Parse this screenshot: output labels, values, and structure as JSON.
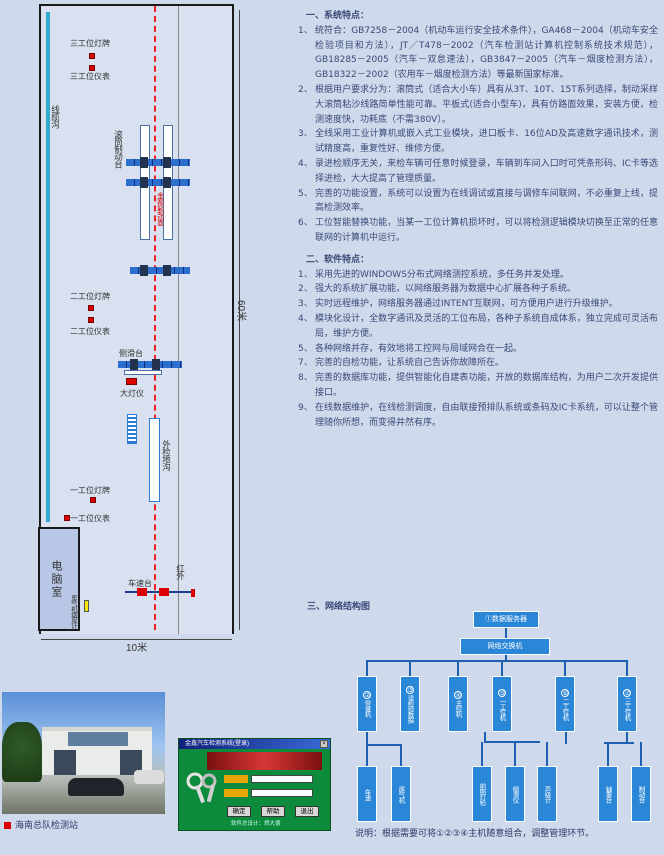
{
  "floor_plan": {
    "lamp_board_3": "三工位灯牌",
    "meter_3": "三工位仪表",
    "cable_trench": "线缆沟",
    "roller_bench": "滚筒制动台",
    "hunan_plate": "金刚砂制动面",
    "lamp_board_2": "二工位灯牌",
    "meter_2": "二工位仪表",
    "slide_plate": "侧滑台",
    "headlight": "大灯仪",
    "pit": "外检地沟",
    "lamp_board_1": "一工位灯牌",
    "meter_1": "一工位仪表",
    "computer_room": "电脑室",
    "exhaust_meter": "废气机烟度计",
    "speed_bench": "车速台",
    "infrared": "红外",
    "width_dim": "10米",
    "length_dim": "60米"
  },
  "photo_caption": "海南总队检测站",
  "software_window": {
    "title": "金鑫汽车检测系统(登录)",
    "ok_button": "确定",
    "help_button": "帮助",
    "exit_button": "退出",
    "footer": "软件总设计：郑大徳"
  },
  "spec": {
    "section1_title": "一、系统特点：",
    "items1": [
      {
        "n": "1、",
        "text": "统符合：GB7258－2004（机动车运行安全技术条件），GA468－2004（机动车安全检验项目和方法），JT／T478－2002（汽车检测站计算机控制系统技术规范），GB18285－2005（汽车－双怠速法），GB3847－2005（汽车－烟度检测方法），GB18322－2002（农用车－烟度检测方法）等最新国家标准。"
      },
      {
        "n": "2、",
        "text": "根据用户要求分为：滚筒式（适合大小车）具有从3T、10T、15T系列选择，制动采样大滚筒粘沙线路简单性能可靠。平板式(适合小型车)，具有仿路面效果，安装方便，检测速度快，功耗底（不需380V）。"
      },
      {
        "n": "3、",
        "text": "全线采用工业计算机或嵌入式工业模块，进口板卡、16位AD及高速数字通讯技术，测试精度高，重复性好、维修方便。"
      },
      {
        "n": "4、",
        "text": "录进检顺序无关，来检车辆可任意时候登录，车辆到车间入口时可凭条形码、IC卡等选择进检，大大提高了管理质量。"
      },
      {
        "n": "5、",
        "text": "完善的功能设置，系统可以设置为在线调试或直接与调修车间联网，不必重复上线，提高检测效率。"
      },
      {
        "n": "6、",
        "text": "工位智能替换功能，当某一工位计算机损坏时，可以将检测逻辑模块切换至正常的任意联网的计算机中运行。"
      }
    ],
    "section2_title": "二、软件特点：",
    "items2": [
      {
        "n": "1、",
        "text": "采用先进的WINDOWS分布式网络测控系统，多任务并发处理。"
      },
      {
        "n": "2、",
        "text": "强大的系统扩展功能，以网络服务器为数据中心扩展各种子系统。"
      },
      {
        "n": "3、",
        "text": "实时远程维护，网络服务器通过INTENT互联网，可方便用户进行升级维护。"
      },
      {
        "n": "4、",
        "text": "模块化设计，全数字通讯及灵活的工位布局，各种子系统自成体系，独立完成可灵活布局，维护方便。"
      },
      {
        "n": "5、",
        "text": "各种网络并存，有效地将工控网与局域网合在一起。"
      },
      {
        "n": "7、",
        "text": "完善的自检功能，让系统自己告诉你故障所在。"
      },
      {
        "n": "8、",
        "text": "完善的数据库功能，提供智能化自建表功能，开放的数据库结构，为用户二次开发提供接口。"
      },
      {
        "n": "9、",
        "text": "在线数据维护，在线检测调度，自由联接预排队系统或条码及IC卡系统，可以让整个管理随你所想，而变得井然有序。"
      }
    ],
    "section3_title": "三、网络结构图"
  },
  "network": {
    "server": {
      "num": "①",
      "label": "数据服务器"
    },
    "switch": "网络交换机",
    "nodes": [
      {
        "num": "②",
        "label": "登录机"
      },
      {
        "num": "③",
        "label": "读检验数据"
      },
      {
        "num": "④",
        "label": "主控机"
      },
      {
        "num": "⑤",
        "label": "一工位机"
      },
      {
        "num": "⑥",
        "label": "二工位机"
      },
      {
        "num": "⑦",
        "label": "三工位机"
      }
    ],
    "leaves": [
      "车速",
      "尾气机",
      "前照灯检",
      "侧滑仪",
      "声级计",
      "轴重台",
      "制动台"
    ]
  },
  "note": "说明：根据需要可将①②③④主机随意组合，调整管理环节。"
}
